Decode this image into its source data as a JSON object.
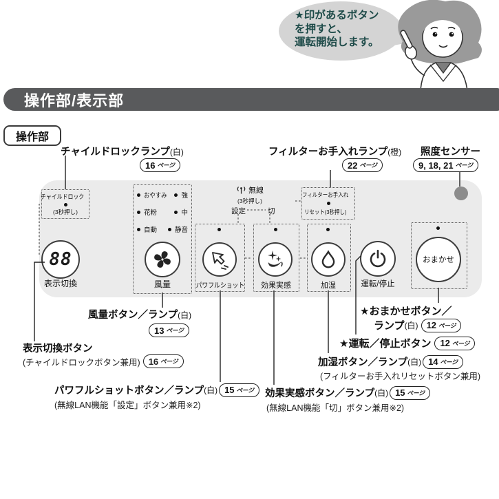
{
  "speech_bubble": {
    "line1": "★印があるボタン",
    "line2": "を押すと、",
    "line3": "運転開始します。"
  },
  "header": {
    "title": "操作部/表示部"
  },
  "section_badge": "操作部",
  "top_callouts": {
    "child_lock_lamp": {
      "title": "チャイルドロックランプ",
      "suffix": "(白)",
      "page_num": "16",
      "page_unit": "ページ"
    },
    "filter_care_lamp": {
      "title": "フィルターお手入れランプ",
      "suffix": "(橙)",
      "page_num": "22",
      "page_unit": "ページ"
    },
    "light_sensor": {
      "title": "照度センサー",
      "page_num": "9, 18, 21",
      "page_unit": "ページ"
    }
  },
  "panel": {
    "child_lock_box": {
      "line1": "チャイルドロック",
      "line2": "(3秒押し)"
    },
    "display_button": {
      "value": "88",
      "label": "表示切換"
    },
    "fan": {
      "label": "風量",
      "lamps": [
        {
          "label": "おやすみ"
        },
        {
          "label": "強"
        },
        {
          "label": "花粉"
        },
        {
          "label": "中"
        },
        {
          "label": "自動"
        },
        {
          "label": "静音"
        }
      ]
    },
    "wireless": {
      "title": "無線",
      "sub": "(3秒押し)",
      "left": "設定",
      "right": "切"
    },
    "powerful_shot": {
      "label": "パワフルショット"
    },
    "effect": {
      "label": "効果実感"
    },
    "filter_care_box": {
      "line1": "フィルターお手入れ",
      "line2": "リセット(3秒押し)"
    },
    "humidify": {
      "label": "加湿"
    },
    "power": {
      "label": "運転/停止"
    },
    "auto": {
      "label": "おまかせ"
    }
  },
  "bottom_callouts": {
    "fan_button": {
      "title": "風量ボタン／ランプ",
      "suffix": "(白)",
      "page_num": "13",
      "page_unit": "ページ"
    },
    "display_button": {
      "title": "表示切換ボタン",
      "sub": "(チャイルドロックボタン兼用)",
      "page_num": "16",
      "page_unit": "ページ"
    },
    "powerful_button": {
      "title": "パワフルショットボタン／ランプ",
      "suffix": "(白)",
      "page_num": "15",
      "page_unit": "ページ",
      "sub": "(無線LAN機能「設定」ボタン兼用※2)"
    },
    "effect_button": {
      "title": "効果実感ボタン／ランプ",
      "suffix": "(白)",
      "page_num": "15",
      "page_unit": "ページ",
      "sub": "(無線LAN機能「切」ボタン兼用※2)"
    },
    "humidify_button": {
      "title": "加湿ボタン／ランプ",
      "suffix": "(白)",
      "page_num": "14",
      "page_unit": "ページ",
      "sub": "(フィルターお手入れリセットボタン兼用)"
    },
    "power_button": {
      "title": "★運転／停止ボタン",
      "page_num": "12",
      "page_unit": "ページ"
    },
    "auto_button": {
      "title_line1": "★おまかせボタン／",
      "title_line2": "ランプ",
      "suffix": "(白)",
      "page_num": "12",
      "page_unit": "ページ"
    }
  },
  "colors": {
    "header_bg": "#595a5c",
    "panel_bg": "#ebebeb",
    "bubble_bg": "#d4d4d4",
    "bubble_text": "#1d4a48",
    "sensor_gray": "#8c8c8c"
  }
}
